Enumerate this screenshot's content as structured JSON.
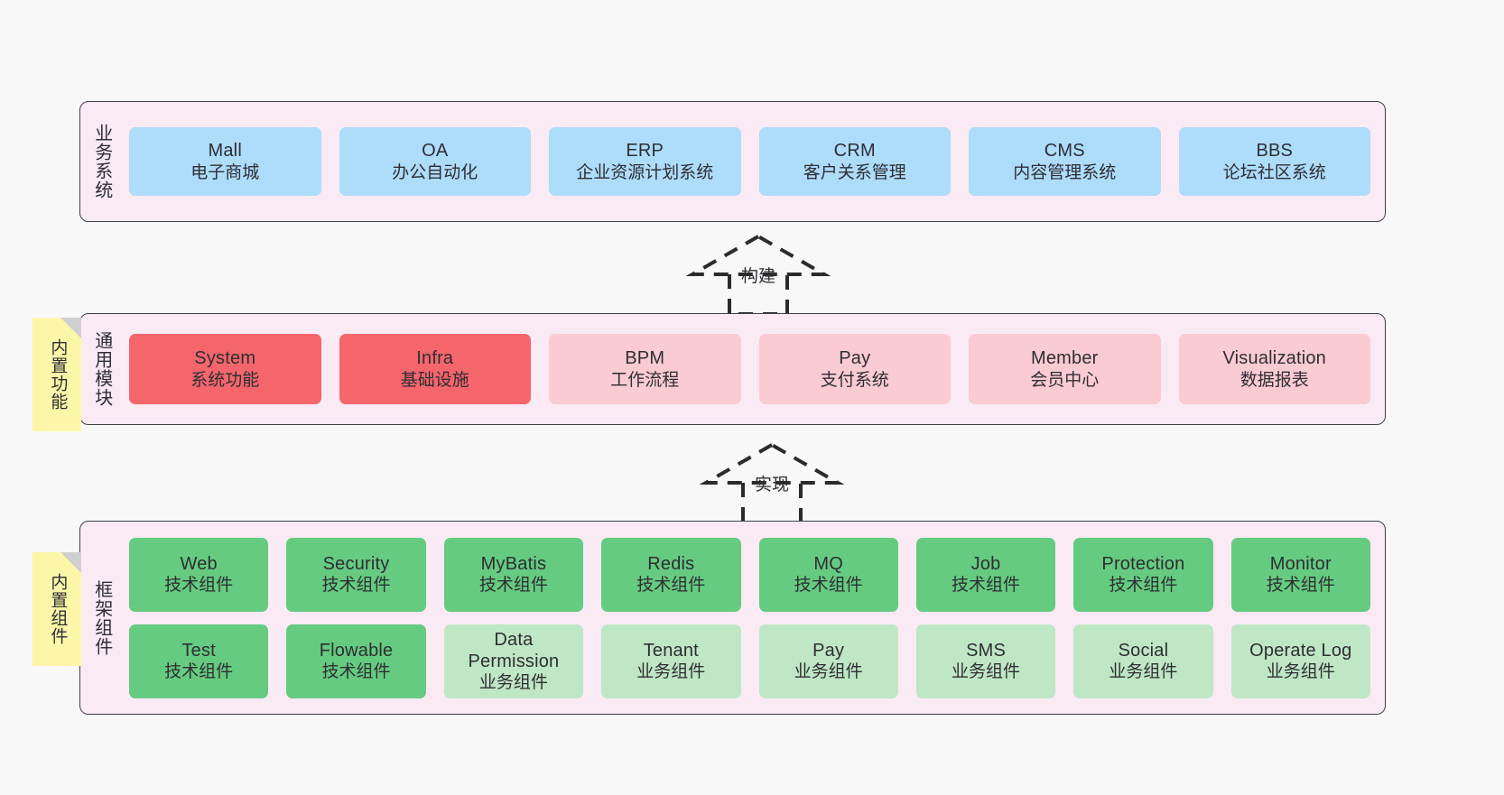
{
  "diagram": {
    "title": "ruoyi-vue-pro architecture layers",
    "background_color": "#f8f8f8",
    "panel_background": "#f9eaf4",
    "panel_border": "#3f3f46"
  },
  "layers": [
    {
      "id": "business-system",
      "title": "业务系统",
      "rows": [
        {
          "cards": [
            {
              "en": "Mall",
              "cn": "电子商城",
              "style": "blue"
            },
            {
              "en": "OA",
              "cn": "办公自动化",
              "style": "blue"
            },
            {
              "en": "ERP",
              "cn": "企业资源计划系统",
              "style": "blue"
            },
            {
              "en": "CRM",
              "cn": "客户关系管理",
              "style": "blue"
            },
            {
              "en": "CMS",
              "cn": "内容管理系统",
              "style": "blue"
            },
            {
              "en": "BBS",
              "cn": "论坛社区系统",
              "style": "blue"
            }
          ]
        }
      ]
    },
    {
      "id": "common-module",
      "title": "通用模块",
      "rows": [
        {
          "cards": [
            {
              "en": "System",
              "cn": "系统功能",
              "style": "red"
            },
            {
              "en": "Infra",
              "cn": "基础设施",
              "style": "red"
            },
            {
              "en": "BPM",
              "cn": "工作流程",
              "style": "pinklight"
            },
            {
              "en": "Pay",
              "cn": "支付系统",
              "style": "pinklight"
            },
            {
              "en": "Member",
              "cn": "会员中心",
              "style": "pinklight"
            },
            {
              "en": "Visualization",
              "cn": "数据报表",
              "style": "pinklight"
            }
          ]
        }
      ]
    },
    {
      "id": "framework-component",
      "title": "框架组件",
      "rows": [
        {
          "cards": [
            {
              "en": "Web",
              "cn": "技术组件",
              "style": "green"
            },
            {
              "en": "Security",
              "cn": "技术组件",
              "style": "green"
            },
            {
              "en": "MyBatis",
              "cn": "技术组件",
              "style": "green"
            },
            {
              "en": "Redis",
              "cn": "技术组件",
              "style": "green"
            },
            {
              "en": "MQ",
              "cn": "技术组件",
              "style": "green"
            },
            {
              "en": "Job",
              "cn": "技术组件",
              "style": "green"
            },
            {
              "en": "Protection",
              "cn": "技术组件",
              "style": "green"
            },
            {
              "en": "Monitor",
              "cn": "技术组件",
              "style": "green"
            }
          ]
        },
        {
          "cards": [
            {
              "en": "Test",
              "cn": "技术组件",
              "style": "green"
            },
            {
              "en": "Flowable",
              "cn": "技术组件",
              "style": "green"
            },
            {
              "en": "Data Permission",
              "cn": "业务组件",
              "style": "greenlight"
            },
            {
              "en": "Tenant",
              "cn": "业务组件",
              "style": "greenlight"
            },
            {
              "en": "Pay",
              "cn": "业务组件",
              "style": "greenlight"
            },
            {
              "en": "SMS",
              "cn": "业务组件",
              "style": "greenlight"
            },
            {
              "en": "Social",
              "cn": "业务组件",
              "style": "greenlight"
            },
            {
              "en": "Operate Log",
              "cn": "业务组件",
              "style": "greenlight"
            }
          ]
        }
      ]
    }
  ],
  "connectors": [
    {
      "id": "arrow-build",
      "label": "构建",
      "style": "dashed-generalization"
    },
    {
      "id": "arrow-implement",
      "label": "实现",
      "style": "dashed-generalization"
    }
  ],
  "notes": [
    {
      "id": "sticky-builtin-feature",
      "text": "内置功能",
      "color": "#fcf7a8"
    },
    {
      "id": "sticky-builtin-component",
      "text": "内置组件",
      "color": "#fcf7a8"
    }
  ]
}
